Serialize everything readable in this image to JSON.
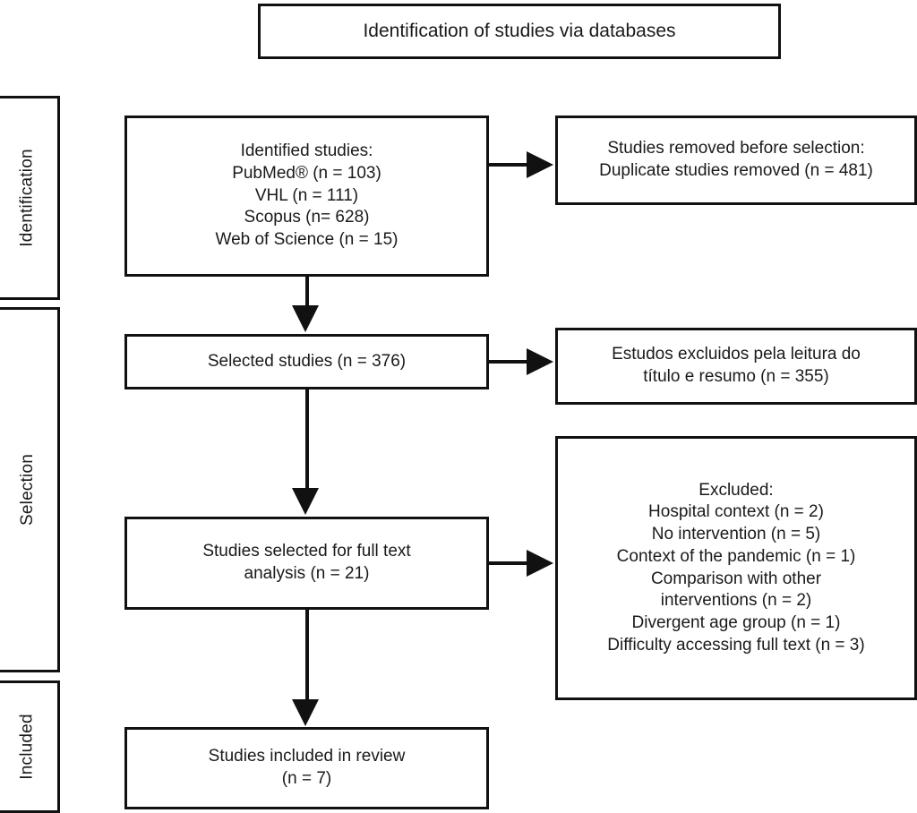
{
  "title": {
    "text": "Identification of studies via databases"
  },
  "stages": [
    {
      "id": "identification",
      "label": "Identification"
    },
    {
      "id": "selection",
      "label": "Selection"
    },
    {
      "id": "included",
      "label": "Included"
    }
  ],
  "flow": {
    "identified": {
      "lines": [
        "Identified studies:",
        "PubMed® (n = 103)",
        "VHL (n = 111)",
        "Scopus (n= 628)",
        "Web of Science (n = 15)"
      ],
      "sources": [
        {
          "name": "PubMed®",
          "n": 103
        },
        {
          "name": "VHL",
          "n": 111
        },
        {
          "name": "Scopus",
          "n": 628
        },
        {
          "name": "Web of Science",
          "n": 15
        }
      ]
    },
    "removed": {
      "lines": [
        "Studies removed before selection:",
        "Duplicate studies removed (n = 481)"
      ],
      "n": 481
    },
    "selected": {
      "lines": [
        "Selected studies (n = 376)"
      ],
      "n": 376
    },
    "excluded_screening": {
      "lines": [
        "Estudos excluidos pela leitura do",
        "título e resumo (n = 355)"
      ],
      "n": 355
    },
    "fulltext": {
      "lines": [
        "Studies selected for full text",
        "analysis (n = 21)"
      ],
      "n": 21
    },
    "excluded_fulltext": {
      "lines": [
        "Excluded:",
        "Hospital context (n = 2)",
        "No intervention (n = 5)",
        "Context of the pandemic (n = 1)",
        "Comparison with other",
        "interventions (n = 2)",
        "Divergent age group (n = 1)",
        "Difficulty accessing full text (n = 3)"
      ],
      "reasons": [
        {
          "reason": "Hospital context",
          "n": 2
        },
        {
          "reason": "No intervention",
          "n": 5
        },
        {
          "reason": "Context of the pandemic",
          "n": 1
        },
        {
          "reason": "Comparison with other interventions",
          "n": 2
        },
        {
          "reason": "Divergent age group",
          "n": 1
        },
        {
          "reason": "Difficulty accessing full text",
          "n": 3
        }
      ]
    },
    "included": {
      "lines": [
        "Studies included in review",
        "(n = 7)"
      ],
      "n": 7
    }
  },
  "colors": {
    "border": "#111111",
    "background": "#ffffff",
    "text": "#1a1a1a"
  }
}
